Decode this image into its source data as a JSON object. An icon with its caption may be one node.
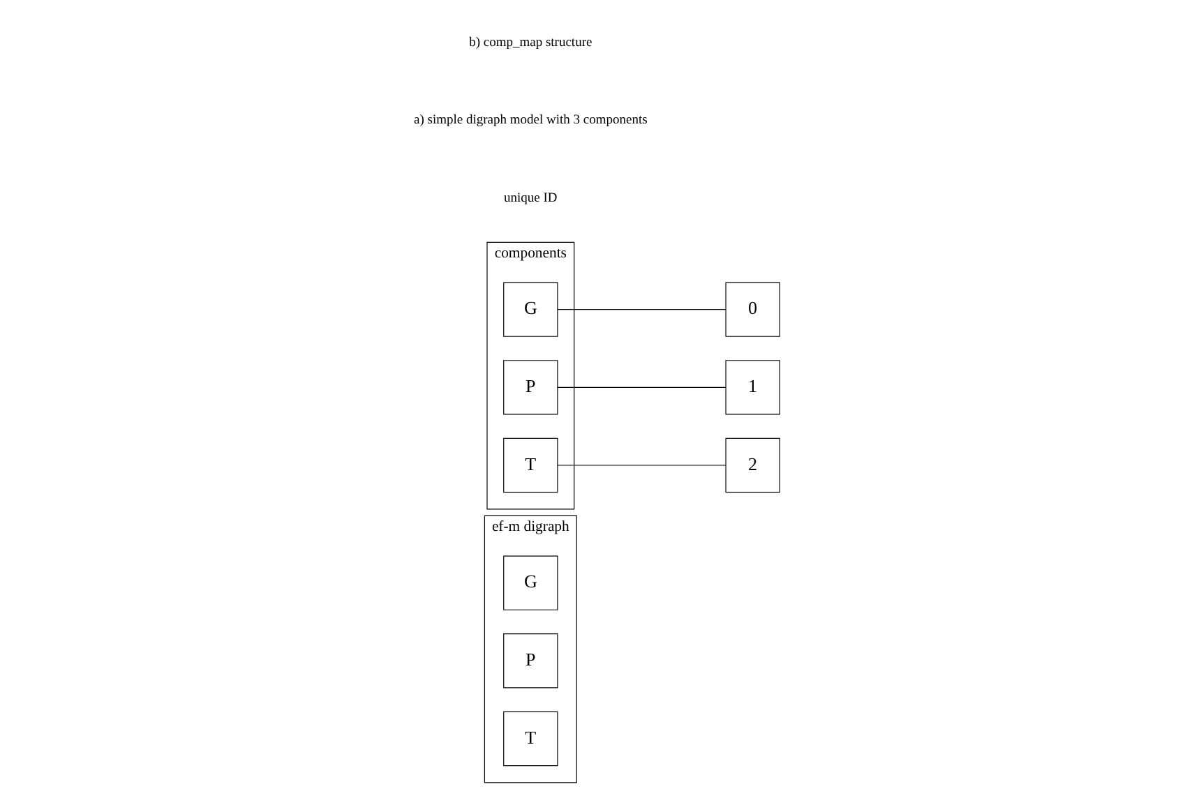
{
  "diagram": {
    "nodes": [
      {
        "text": [
          "ef-m digraph"
        ]
      },
      {
        "text": [
          "G"
        ],
        "in": 0
      },
      {
        "text": [
          "P"
        ],
        "in": 0
      },
      {
        "text": [
          "T"
        ],
        "in": 0
      },
      {
        "text": [
          "components"
        ]
      },
      {
        "text": [
          "G"
        ],
        "in": 4
      },
      {
        "text": [
          "P"
        ],
        "in": 4
      },
      {
        "text": [
          "T"
        ],
        "in": 4
      },
      {
        "text": [
          "0"
        ]
      },
      {
        "text": [
          "1"
        ]
      },
      {
        "text": [
          "2"
        ]
      }
    ],
    "edges": [
      {
        "from": 5,
        "to": 8,
        "arrow": "none"
      },
      {
        "from": 6,
        "to": 9,
        "arrow": "none"
      },
      {
        "from": 7,
        "to": 10,
        "arrow": "none"
      }
    ],
    "labels": [
      "unique ID",
      "a) simple digraph model with 3 components",
      "b) comp_map structure"
    ]
  }
}
